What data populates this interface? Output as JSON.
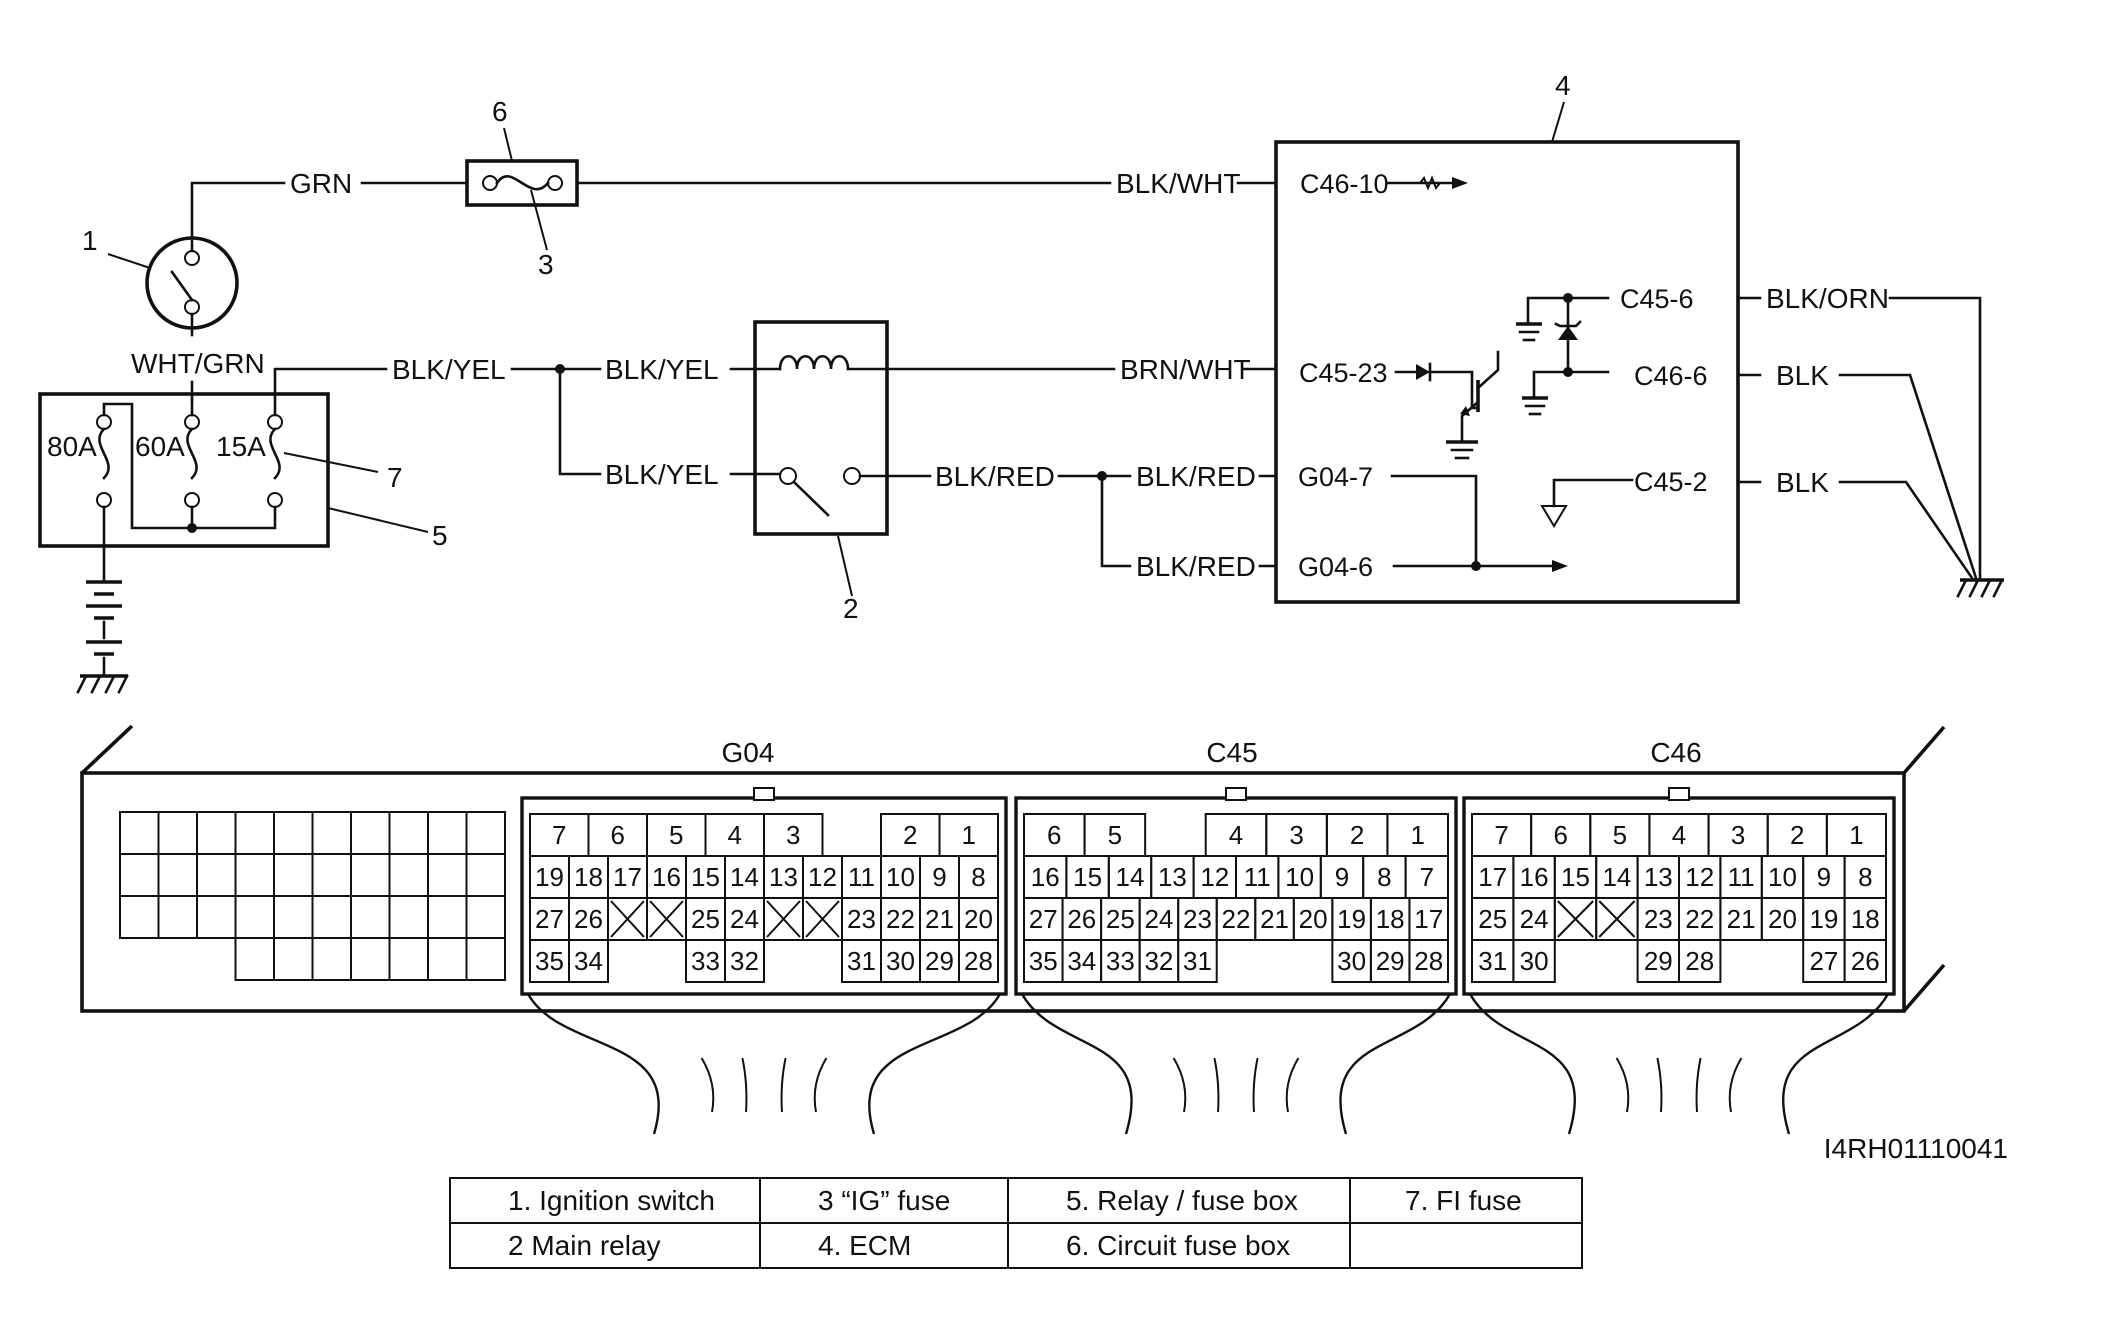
{
  "diagram": {
    "image_code": "I4RH01110041",
    "callouts": [
      "1",
      "2",
      "3",
      "4",
      "5",
      "6",
      "7"
    ],
    "fuse_ratings": [
      "80A",
      "60A",
      "15A"
    ],
    "wires": {
      "grn": "GRN",
      "wht_grn": "WHT/GRN",
      "blk_yel": "BLK/YEL",
      "blk_wht": "BLK/WHT",
      "brn_wht": "BRN/WHT",
      "blk_red": "BLK/RED",
      "blk_orn": "BLK/ORN",
      "blk": "BLK"
    },
    "ecm_pins": {
      "c46_10": "C46-10",
      "c45_6": "C45-6",
      "c45_23": "C45-23",
      "c46_6": "C46-6",
      "g04_7": "G04-7",
      "c45_2": "C45-2",
      "g04_6": "G04-6"
    }
  },
  "connectors": [
    {
      "name": "G04",
      "rows": [
        [
          "7",
          "6",
          "5",
          "4",
          "3",
          "",
          "2",
          "1"
        ],
        [
          "19",
          "18",
          "17",
          "16",
          "15",
          "14",
          "13",
          "12",
          "11",
          "10",
          "9",
          "8"
        ],
        [
          "27",
          "26",
          "X",
          "X",
          "25",
          "24",
          "X",
          "X",
          "23",
          "22",
          "21",
          "20"
        ],
        [
          "35",
          "34",
          "",
          "",
          "33",
          "32",
          "",
          "",
          "31",
          "30",
          "29",
          "28"
        ]
      ]
    },
    {
      "name": "C45",
      "rows": [
        [
          "6",
          "5",
          "",
          "4",
          "3",
          "2",
          "1"
        ],
        [
          "16",
          "15",
          "14",
          "13",
          "12",
          "11",
          "10",
          "9",
          "8",
          "7"
        ],
        [
          "27",
          "26",
          "25",
          "24",
          "23",
          "22",
          "21",
          "20",
          "19",
          "18",
          "17"
        ],
        [
          "35",
          "34",
          "33",
          "32",
          "31",
          "",
          "",
          "",
          "30",
          "29",
          "28"
        ]
      ]
    },
    {
      "name": "C46",
      "rows": [
        [
          "7",
          "6",
          "5",
          "4",
          "3",
          "2",
          "1"
        ],
        [
          "17",
          "16",
          "15",
          "14",
          "13",
          "12",
          "11",
          "10",
          "9",
          "8"
        ],
        [
          "25",
          "24",
          "X",
          "X",
          "23",
          "22",
          "21",
          "20",
          "19",
          "18"
        ],
        [
          "31",
          "30",
          "",
          "",
          "29",
          "28",
          "",
          "",
          "27",
          "26"
        ]
      ]
    }
  ],
  "legend": [
    [
      "1.   Ignition switch",
      "3    “IG” fuse",
      "5.   Relay / fuse box",
      "7.   FI fuse"
    ],
    [
      "2    Main relay",
      "4.   ECM",
      "6.   Circuit fuse box",
      ""
    ]
  ]
}
